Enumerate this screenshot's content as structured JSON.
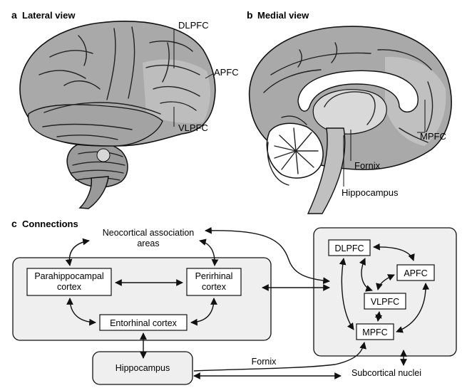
{
  "panel_a": {
    "letter": "a",
    "title": "Lateral view",
    "labels": {
      "dlpfc": "DLPFC",
      "apfc": "APFC",
      "vlpfc": "VLPFC"
    }
  },
  "panel_b": {
    "letter": "b",
    "title": "Medial view",
    "labels": {
      "mpfc": "MPFC",
      "fornix": "Fornix",
      "hippocampus": "Hippocampus"
    }
  },
  "panel_c": {
    "letter": "c",
    "title": "Connections",
    "nodes": {
      "neocortical_1": "Neocortical association",
      "neocortical_2": "areas",
      "parahippocampal_1": "Parahippocampal",
      "parahippocampal_2": "cortex",
      "perirhinal_1": "Perirhinal",
      "perirhinal_2": "cortex",
      "entorhinal": "Entorhinal cortex",
      "hippocampus": "Hippocampus",
      "fornix": "Fornix",
      "subcortical": "Subcortical nuclei",
      "dlpfc": "DLPFC",
      "apfc": "APFC",
      "vlpfc": "VLPFC",
      "mpfc": "MPFC"
    }
  },
  "colors": {
    "brain_fill": "#a9a9a9",
    "brain_light": "#c8c8c8",
    "panel_bg": "#efefef",
    "box_fill": "#ffffff",
    "stroke": "#111111"
  }
}
